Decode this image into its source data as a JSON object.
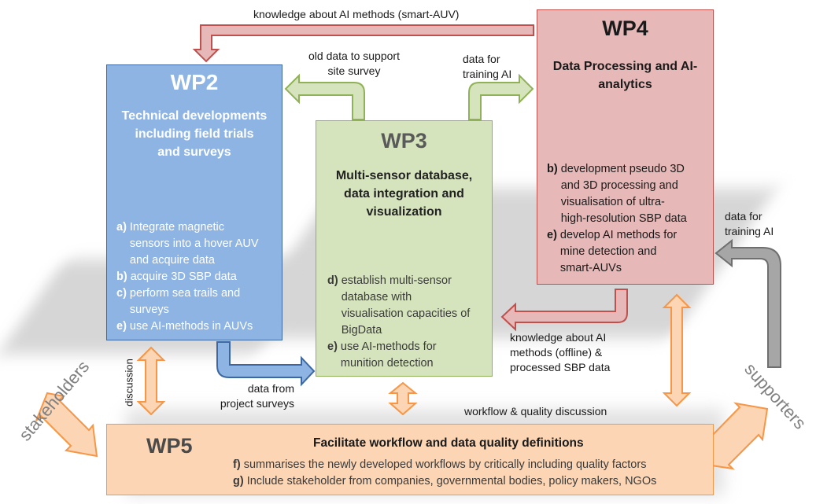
{
  "colors": {
    "wp2_fill": "#8eb4e3",
    "wp2_border": "#3c67a0",
    "wp3_fill": "#d6e4bd",
    "wp3_border": "#8fb258",
    "wp4_fill": "#e6b9b8",
    "wp4_border": "#c0504d",
    "wp5_fill": "#fcd5b5",
    "wp5_border": "#f79646",
    "arrow_red": "#c0504d",
    "arrow_green": "#9bbb59",
    "arrow_blue": "#4f81bd",
    "arrow_orange": "#f79646",
    "arrow_grey": "#7f7f7f"
  },
  "wp2": {
    "title": "WP2",
    "subtitle": [
      "Technical developments",
      "including field trials",
      "and surveys"
    ],
    "items": [
      {
        "key": "a)",
        "lines": [
          "Integrate magnetic",
          "sensors into a hover AUV",
          "and acquire data"
        ]
      },
      {
        "key": "b)",
        "lines": [
          "acquire 3D SBP data"
        ]
      },
      {
        "key": "c)",
        "lines": [
          "perform sea trails and",
          "surveys"
        ]
      },
      {
        "key": "e)",
        "lines": [
          "use AI-methods in AUVs"
        ]
      }
    ]
  },
  "wp3": {
    "title": "WP3",
    "subtitle": [
      "Multi-sensor database,",
      "data integration and",
      "visualization"
    ],
    "items": [
      {
        "key": "d)",
        "lines": [
          "establish multi-sensor",
          "database with",
          "visualisation capacities of",
          "BigData"
        ]
      },
      {
        "key": "e)",
        "lines": [
          "use AI-methods for",
          "munition detection"
        ]
      }
    ]
  },
  "wp4": {
    "title": "WP4",
    "subtitle": [
      "Data Processing and AI-",
      "analytics"
    ],
    "items": [
      {
        "key": "b)",
        "lines": [
          "development pseudo 3D",
          "and 3D processing and",
          "visualisation of ultra-",
          "high-resolution SBP data"
        ]
      },
      {
        "key": "e)",
        "lines": [
          "develop AI methods for",
          "mine detection and",
          "smart-AUVs"
        ]
      }
    ]
  },
  "wp5": {
    "title": "WP5",
    "subtitle": "Facilitate workflow and data quality definitions",
    "items": [
      {
        "key": "f)",
        "text": "summarises the newly developed workflows by critically including quality factors"
      },
      {
        "key": "g)",
        "text": "Include stakeholder from companies, governmental bodies, policy makers, NGOs"
      }
    ]
  },
  "labels": {
    "knowledge_top": "knowledge about AI methods (smart-AUV)",
    "old_data": [
      "old data to support",
      "site survey"
    ],
    "data_training_top": [
      "data for",
      "training AI"
    ],
    "data_training_right": [
      "data for",
      "training AI"
    ],
    "knowledge_offline": [
      "knowledge about AI",
      "methods (offline) &",
      "processed SBP data"
    ],
    "data_from_project": [
      "data from",
      "project surveys"
    ],
    "discussion": "discussion",
    "workflow_quality": "workflow & quality discussion",
    "stakeholders": "stakeholders",
    "supporters": "supporters"
  }
}
